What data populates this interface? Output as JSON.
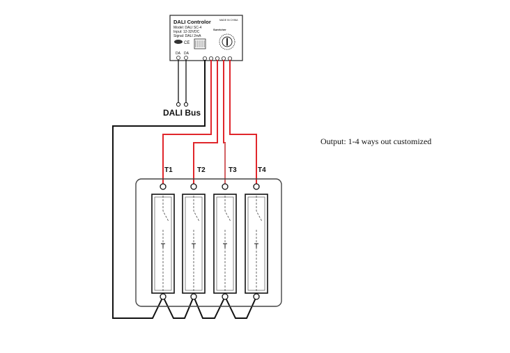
{
  "controller": {
    "title": "DALI Controlor",
    "made_in": "MADE IN CHINA",
    "model": "Model: DALI SC-4",
    "input": "Input: 12-32VDC",
    "signal": "Signal: DALI 2mA",
    "brand": "Sunricher",
    "terminal_da1": "DA",
    "terminal_da2": "DA"
  },
  "bus_label": "DALI Bus",
  "outputs": [
    {
      "label": "T1"
    },
    {
      "label": "T2"
    },
    {
      "label": "T3"
    },
    {
      "label": "T4"
    }
  ],
  "note": "Output: 1-4 ways out customized",
  "colors": {
    "wire_red": "#e0262b",
    "wire_black": "#111111",
    "panel_border": "#444444"
  }
}
